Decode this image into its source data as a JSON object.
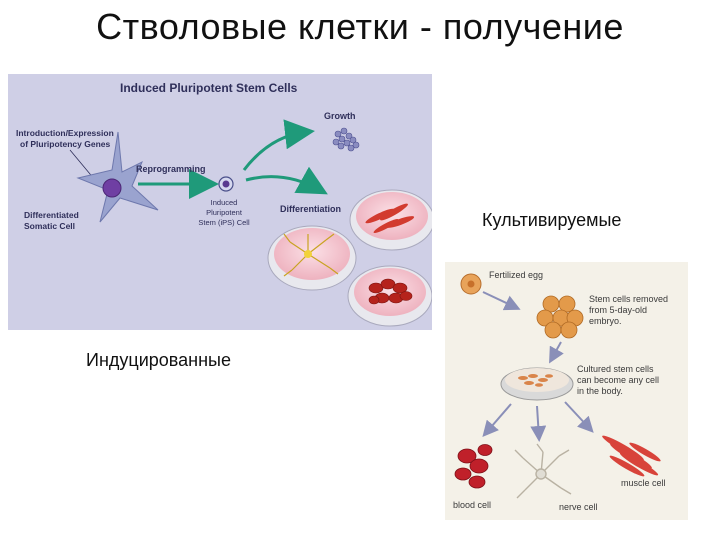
{
  "slide": {
    "title": "Стволовые  клетки - получение",
    "caption_induced": "Индуцированные",
    "caption_cultured": "Культивируемые"
  },
  "ipsc_diagram": {
    "heading": "Induced Pluripotent Stem Cells",
    "intro_line1": "Introduction/Expression",
    "intro_line2": "of Pluripotency Genes",
    "somatic_line1": "Differentiated",
    "somatic_line2": "Somatic Cell",
    "reprogramming": "Reprogramming",
    "ips_line1": "Induced",
    "ips_line2": "Pluripotent",
    "ips_line3": "Stem (iPS) Cell",
    "growth": "Growth",
    "differentiation": "Differentiation",
    "colors": {
      "background": "#cfcfe6",
      "arrow": "#1f9a7a",
      "dish": "#f4c7cf",
      "muscle": "#d23b2f",
      "blood": "#b5231c"
    }
  },
  "es_diagram": {
    "fertilized_egg": "Fertilized egg",
    "removed_line1": "Stem cells removed",
    "removed_line2": "from 5-day-old",
    "removed_line3": "embryo.",
    "cultured_line1": "Cultured stem cells",
    "cultured_line2": "can become any cell",
    "cultured_line3": "in the body.",
    "blood_cell": "blood cell",
    "nerve_cell": "nerve cell",
    "muscle_cell": "muscle cell",
    "colors": {
      "background": "#f4f1e8",
      "arrow": "#8a8fb8",
      "egg": "#e8a35a",
      "blood": "#c0202a",
      "muscle": "#d8433a"
    }
  }
}
